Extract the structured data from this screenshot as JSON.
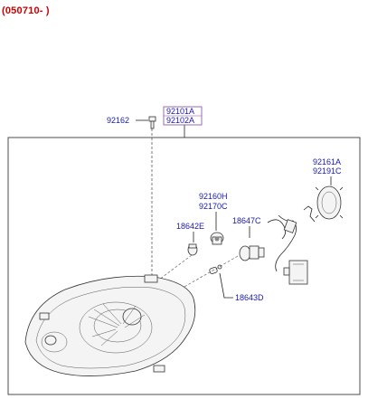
{
  "header": {
    "code": "(050710- )"
  },
  "labels": {
    "p92162": "92162",
    "p92101A": "92101A",
    "p92102A": "92102A",
    "p92161A": "92161A",
    "p92191C": "92191C",
    "p92160H": "92160H",
    "p92170C": "92170C",
    "p18642E": "18642E",
    "p18647C": "18647C",
    "p18643D": "18643D"
  },
  "colors": {
    "header": "#cc0000",
    "label": "#1a1aa6",
    "highlight_border": "#7a4aa0"
  }
}
